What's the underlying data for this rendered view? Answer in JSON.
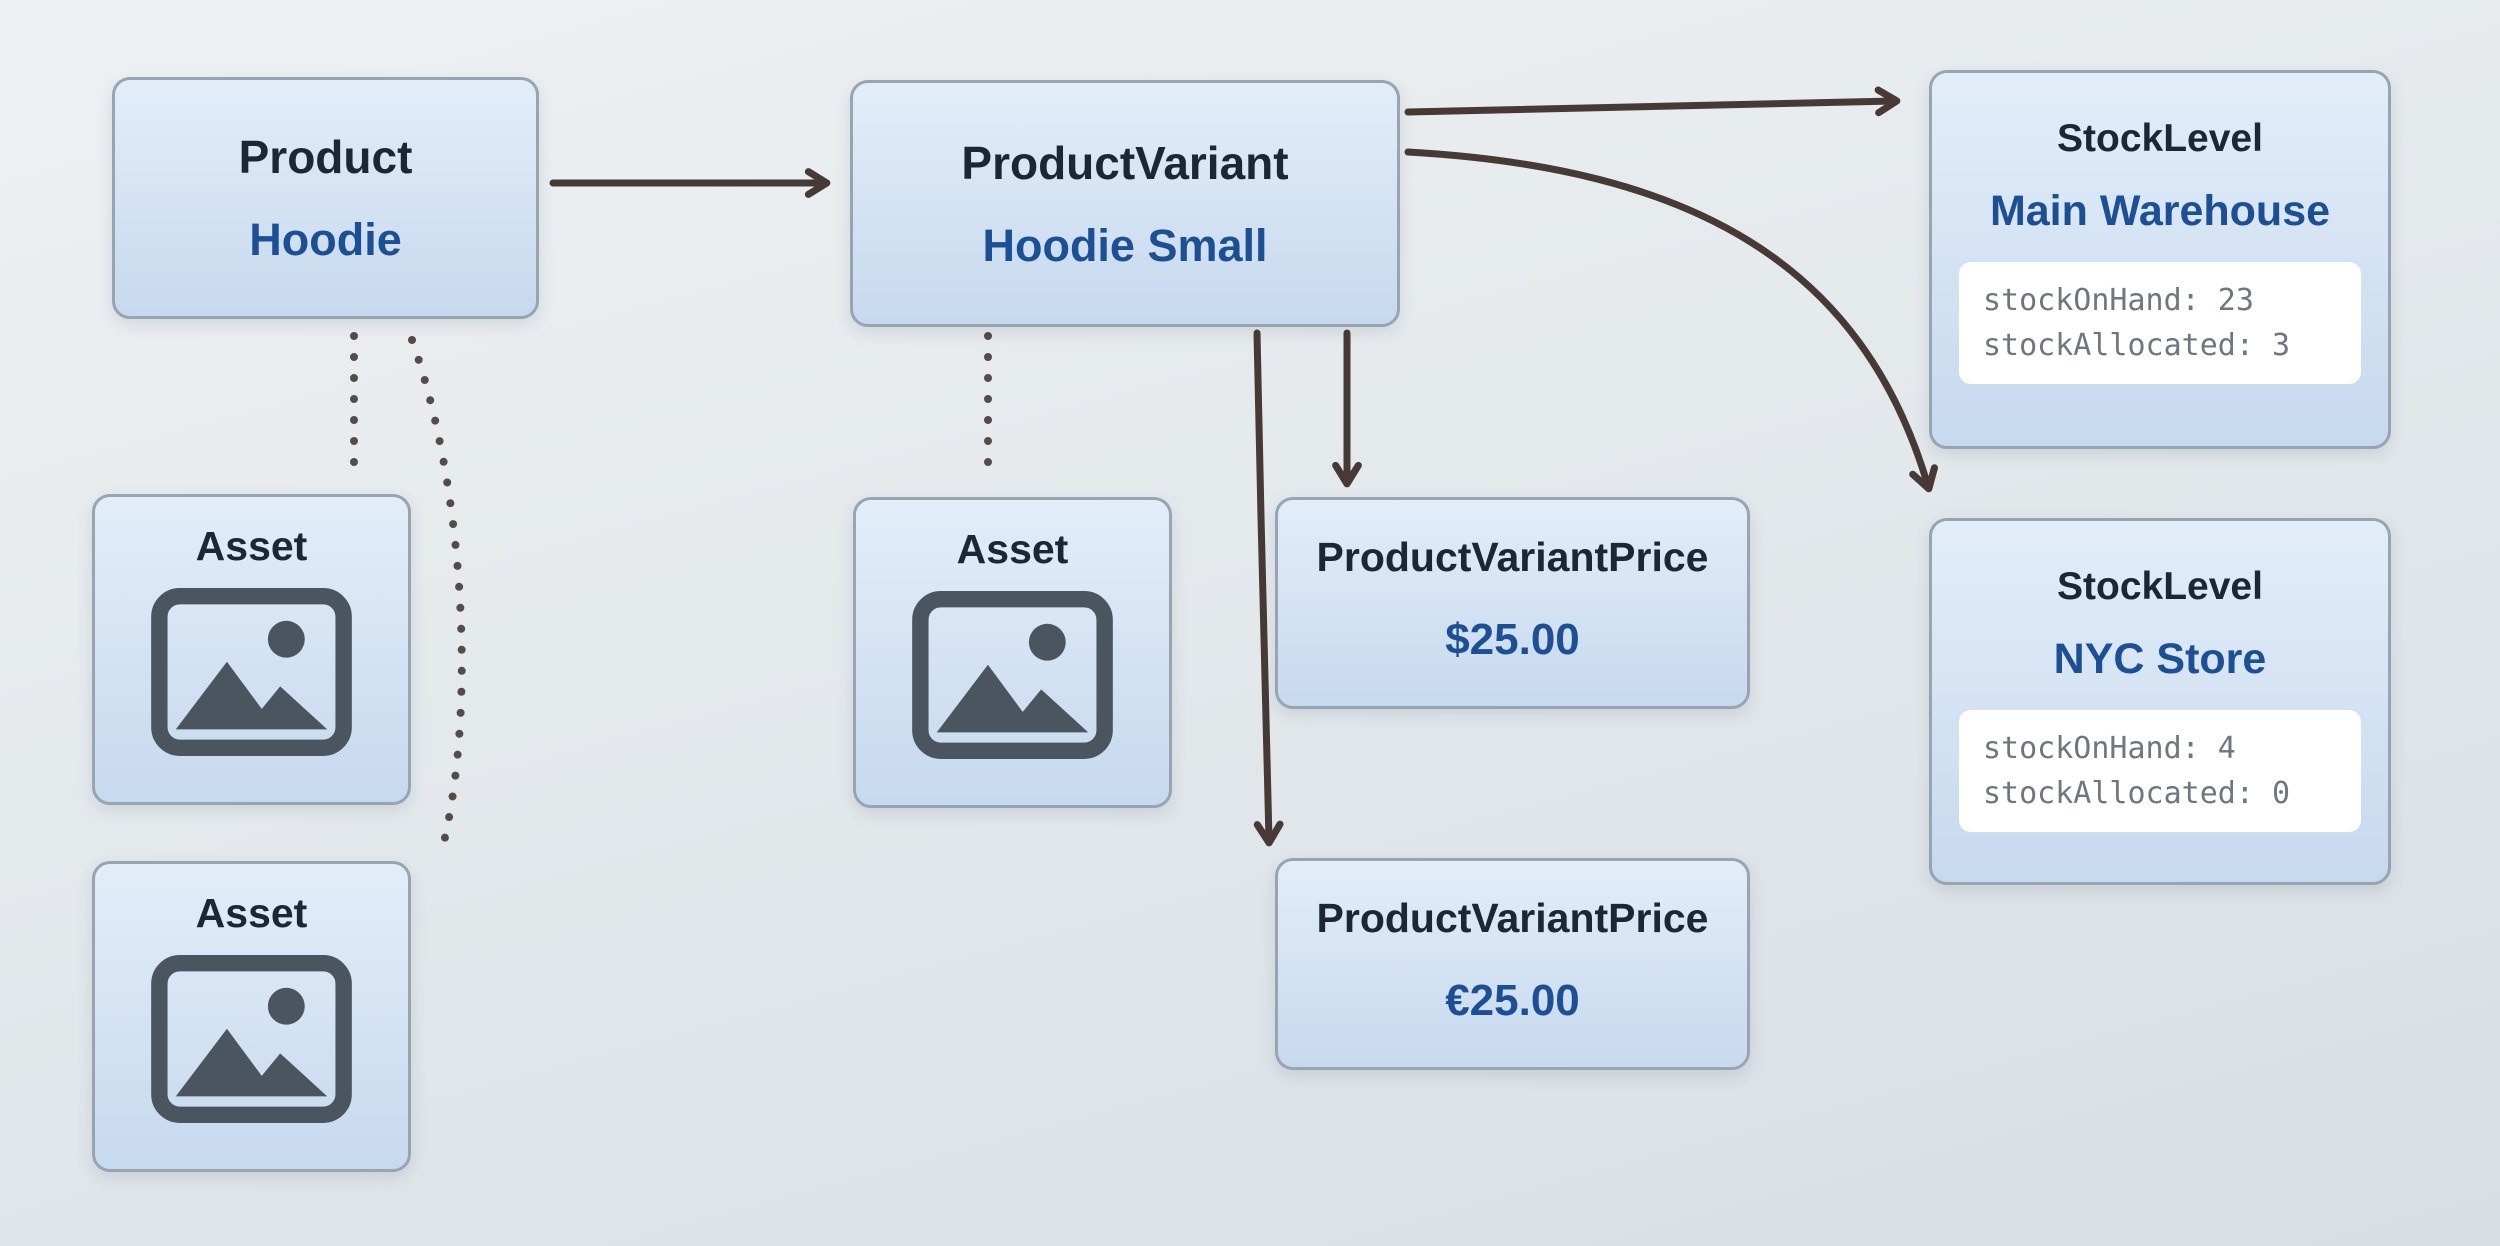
{
  "diagram": {
    "nodes": {
      "product": {
        "title": "Product",
        "subtitle": "Hoodie"
      },
      "product_variant": {
        "title": "ProductVariant",
        "subtitle": "Hoodie Small"
      },
      "stock_level_main": {
        "title": "StockLevel",
        "subtitle": "Main Warehouse",
        "code_lines": [
          "stockOnHand: 23",
          "stockAllocated: 3"
        ]
      },
      "stock_level_nyc": {
        "title": "StockLevel",
        "subtitle": "NYC Store",
        "code_lines": [
          "stockOnHand: 4",
          "stockAllocated: 0"
        ]
      },
      "asset_product_1": {
        "title": "Asset",
        "icon": "image-icon"
      },
      "asset_product_2": {
        "title": "Asset",
        "icon": "image-icon"
      },
      "asset_variant": {
        "title": "Asset",
        "icon": "image-icon"
      },
      "price_usd": {
        "title": "ProductVariantPrice",
        "subtitle": "$25.00"
      },
      "price_eur": {
        "title": "ProductVariantPrice",
        "subtitle": "€25.00"
      }
    },
    "edges": [
      {
        "from": "product",
        "to": "product_variant",
        "style": "solid-arrow"
      },
      {
        "from": "product_variant",
        "to": "stock_level_main",
        "style": "solid-arrow"
      },
      {
        "from": "product_variant",
        "to": "stock_level_nyc",
        "style": "solid-arrow-curved"
      },
      {
        "from": "product_variant",
        "to": "price_usd",
        "style": "solid-arrow"
      },
      {
        "from": "product_variant",
        "to": "price_eur",
        "style": "solid-arrow"
      },
      {
        "from": "product",
        "to": "asset_product_1",
        "style": "dotted"
      },
      {
        "from": "product",
        "to": "asset_product_2",
        "style": "dotted-curved"
      },
      {
        "from": "product_variant",
        "to": "asset_variant",
        "style": "dotted"
      }
    ],
    "colors": {
      "background": "#e4e9ec",
      "node_fill_top": "#e2edf9",
      "node_fill_bottom": "#c7d9ee",
      "node_border": "#97a4b2",
      "title_text": "#1b2735",
      "subtitle_text": "#1d4f94",
      "code_background": "#ffffff",
      "code_text": "#6f7680",
      "arrow": "#473a36",
      "asset_icon": "#4a5560"
    }
  }
}
